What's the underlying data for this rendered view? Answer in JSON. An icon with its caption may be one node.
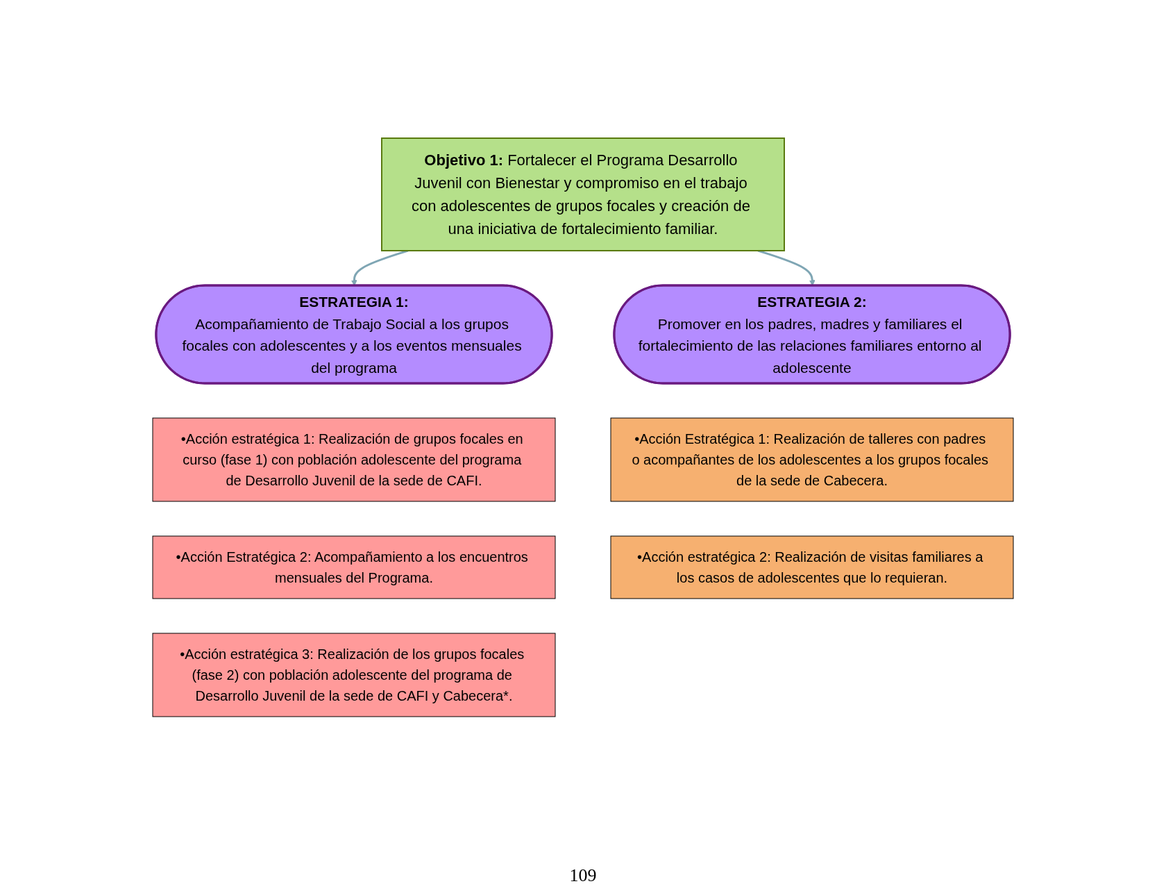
{
  "diagram": {
    "nodes": [
      {
        "text": [
          "Objetivo 1:",
          "Fortalecer el Programa Desarrollo Juvenil con Bienestar y compromiso en el trabajo con adolescentes de grupos focales y creación de una iniciativa de fortalecimiento familiar."
        ]
      },
      {
        "text": [
          "ESTRATEGIA 1:",
          "Acompañamiento de Trabajo Social a los grupos focales con adolescentes y a los eventos mensuales del programa"
        ]
      },
      {
        "text": [
          "ESTRATEGIA 2:",
          "Promover en los padres, madres y familiares el fortalecimiento de las relaciones familiares entorno al adolescente"
        ]
      },
      {
        "text": [
          "•Acción estratégica 1: Realización de grupos focales en curso (fase 1) con población adolescente del programa de Desarrollo Juvenil de la sede de CAFI."
        ]
      },
      {
        "text": [
          "•Acción Estratégica 2: Acompañamiento a los encuentros mensuales del Programa."
        ]
      },
      {
        "text": [
          "•Acción estratégica 3: Realización de los grupos focales (fase 2) con población adolescente del programa de Desarrollo Juvenil de la sede de CAFI y Cabecera*."
        ]
      },
      {
        "text": [
          "•Acción Estratégica 1: Realización de talleres con padres o acompañantes de los adolescentes a los grupos focales de la sede de Cabecera."
        ]
      },
      {
        "text": [
          "•Acción estratégica 2: Realización de visitas familiares a los casos de adolescentes que lo requieran."
        ]
      }
    ],
    "edges": [
      {
        "from": 0,
        "to": 1,
        "arrow": "to"
      },
      {
        "from": 0,
        "to": 2,
        "arrow": "to"
      }
    ],
    "labels": [
      "109"
    ]
  }
}
